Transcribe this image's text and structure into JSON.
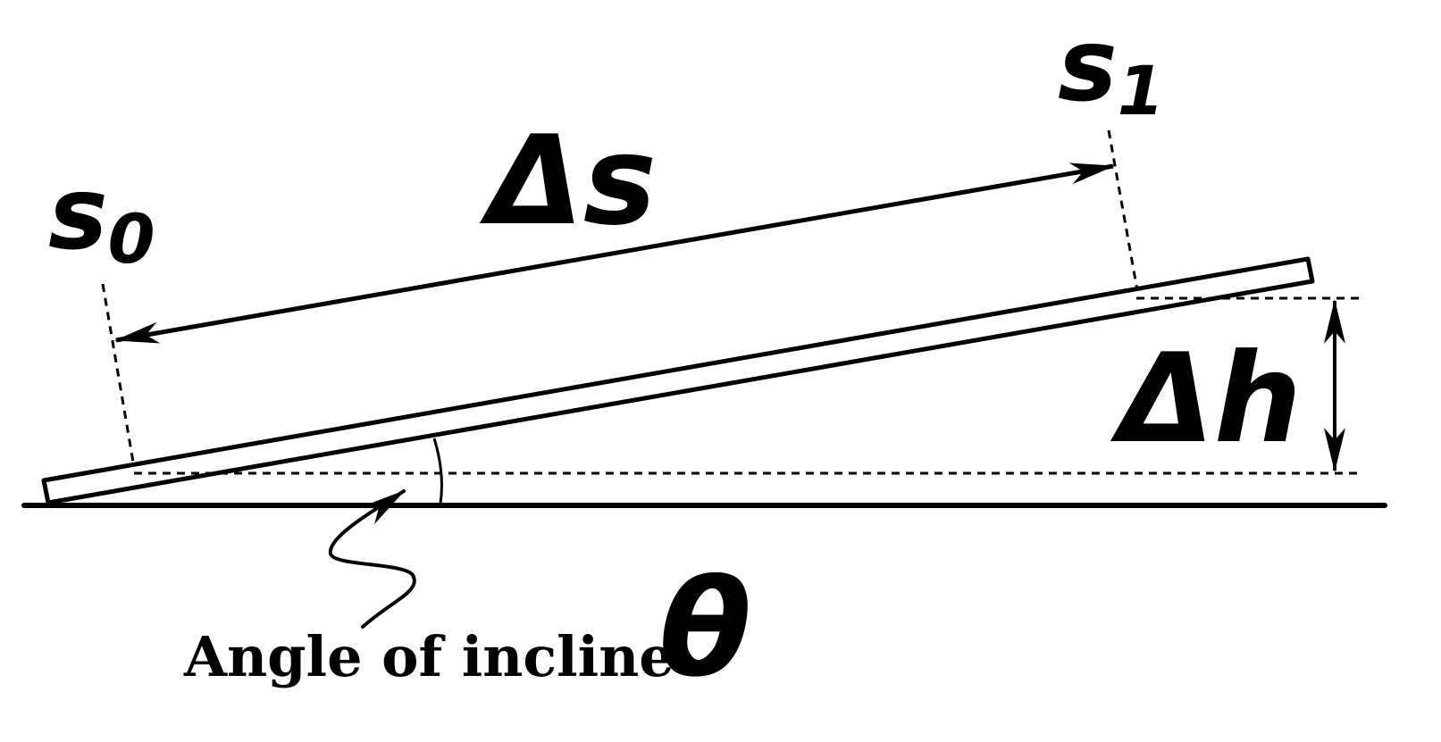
{
  "labels": {
    "s0_main": "s",
    "s0_sub": "0",
    "s1_main": "s",
    "s1_sub": "1",
    "delta_s": "Δs",
    "delta_h": "Δh",
    "angle_caption": "Angle of incline",
    "theta": "θ"
  },
  "colors": {
    "ink": "#000000",
    "background": "#ffffff"
  }
}
